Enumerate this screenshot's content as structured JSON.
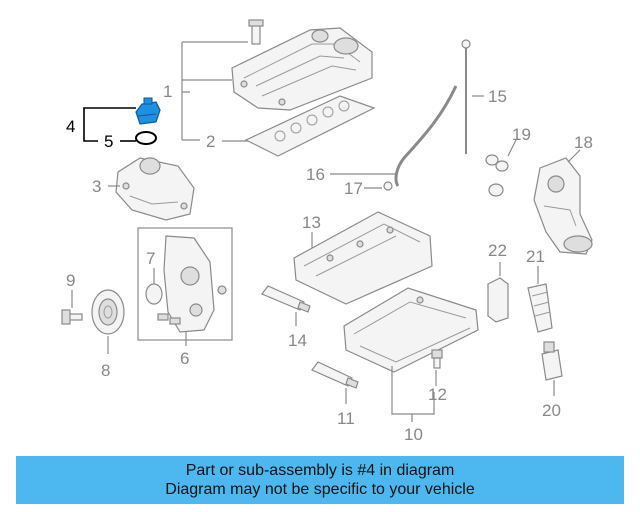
{
  "colors": {
    "banner_bg": "#4db8f0",
    "highlight": "#1f8fe0",
    "callout_gray": "#888888",
    "callout_active": "#000000"
  },
  "highlighted_part": "4",
  "callouts": [
    "1",
    "2",
    "3",
    "4",
    "5",
    "6",
    "7",
    "8",
    "9",
    "10",
    "11",
    "12",
    "13",
    "14",
    "15",
    "16",
    "17",
    "18",
    "19",
    "20",
    "21",
    "22"
  ],
  "banner": {
    "line1": "Part or sub-assembly is #4 in diagram",
    "line2": "Diagram may not be specific to your vehicle"
  }
}
